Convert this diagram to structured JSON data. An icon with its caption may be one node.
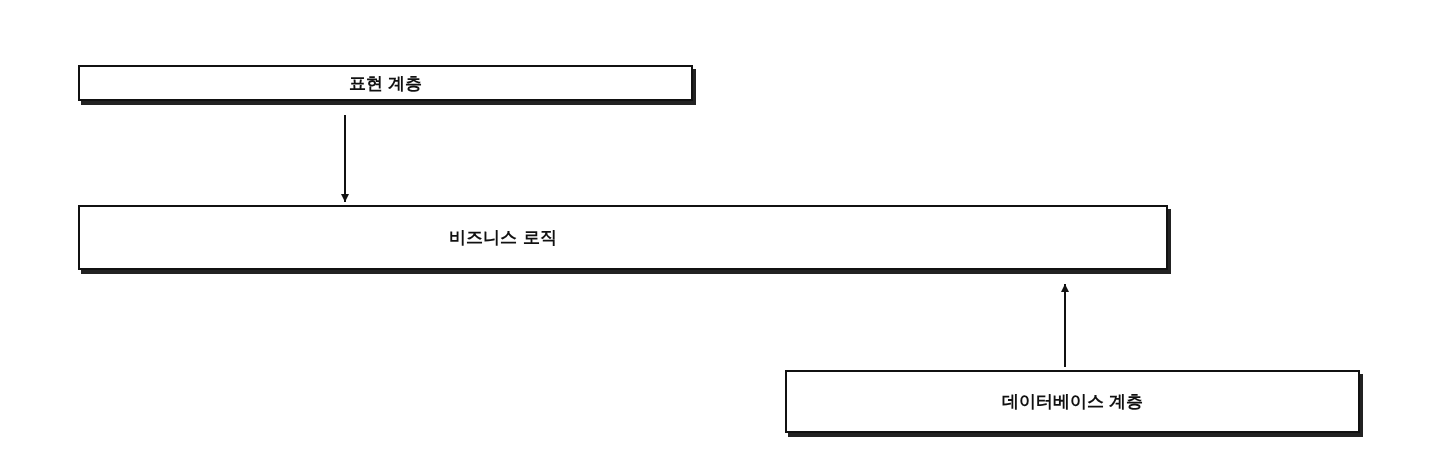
{
  "diagram": {
    "nodes": [
      {
        "text": [
          "표현 계층"
        ]
      },
      {
        "text": [
          "비즈니스 로직"
        ]
      },
      {
        "text": [
          "데이터베이스 계층"
        ]
      }
    ],
    "edges": [
      {
        "from": 0,
        "to": 1,
        "arrow": "to"
      },
      {
        "from": 2,
        "to": 1,
        "arrow": "to"
      }
    ]
  }
}
